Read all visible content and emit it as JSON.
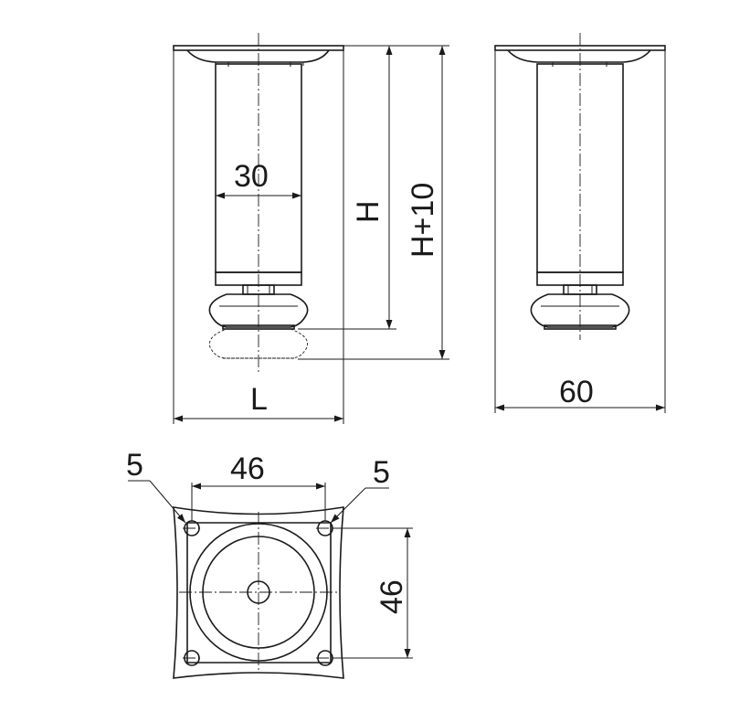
{
  "labels": {
    "tube_diameter": "30",
    "height": "H",
    "height_plus": "H+10",
    "length": "L",
    "plate_width_side": "60",
    "hole_left": "5",
    "hole_right": "5",
    "hole_spacing_horizontal": "46",
    "hole_spacing_vertical": "46"
  }
}
